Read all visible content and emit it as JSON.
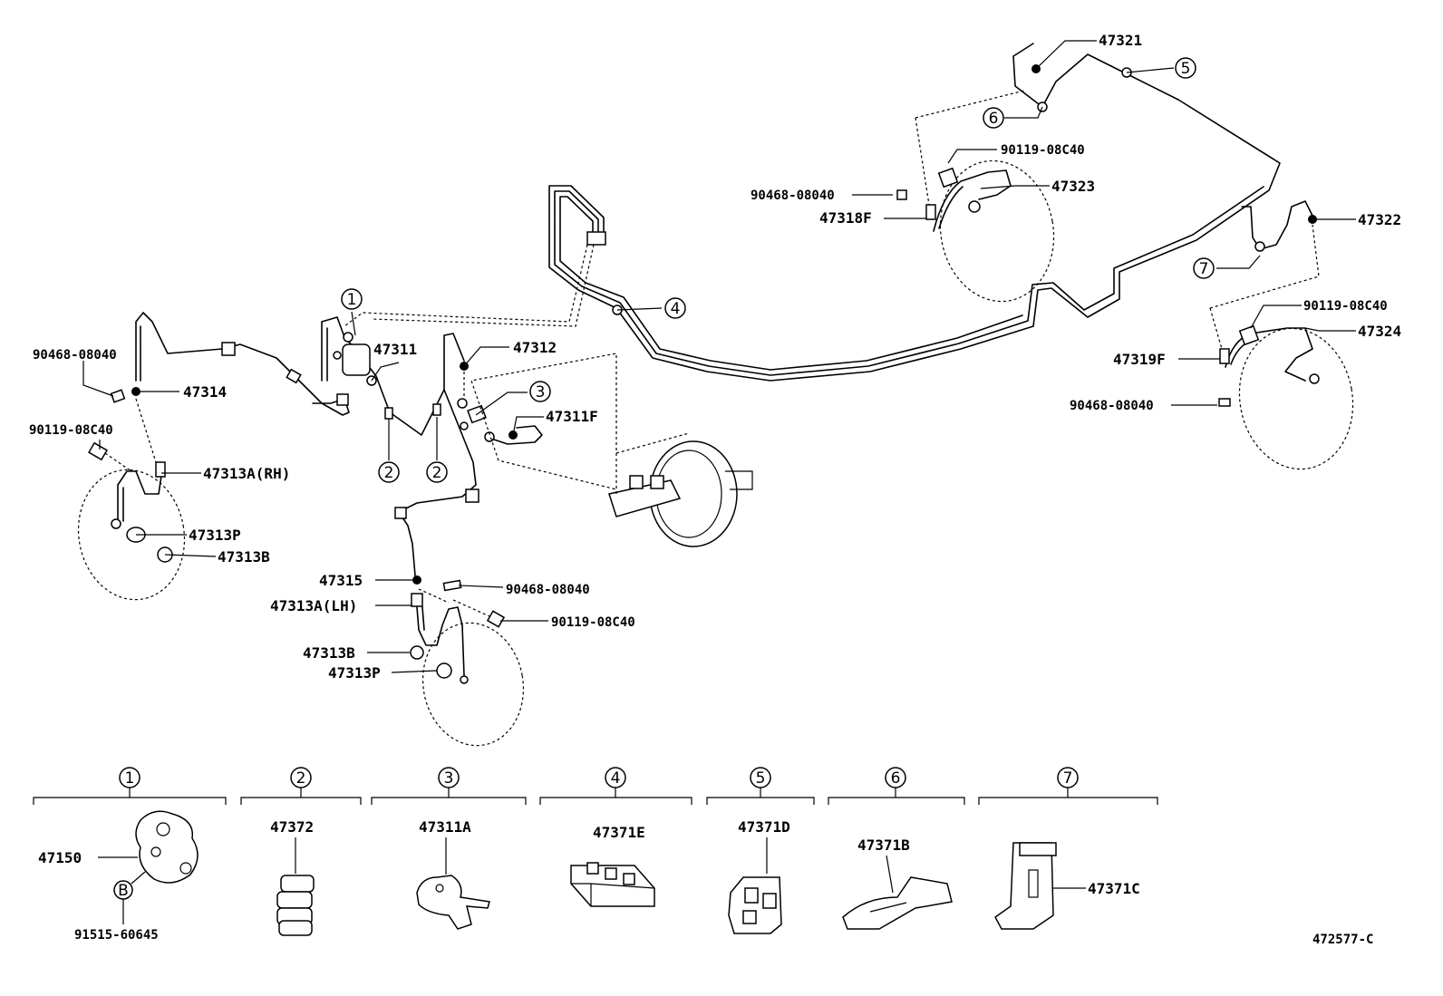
{
  "diagram_id": "472577-C",
  "main_labels": {
    "p47321": "47321",
    "p47322": "47322",
    "p47323": "47323",
    "p47324": "47324",
    "p47318F": "47318F",
    "p47319F": "47319F",
    "p90119_a": "90119-08C40",
    "p90119_b": "90119-08C40",
    "p90119_c": "90119-08C40",
    "p90119_d": "90119-08C40",
    "p90468_a": "90468-08040",
    "p90468_b": "90468-08040",
    "p90468_c": "90468-08040",
    "p90468_d": "90468-08040",
    "p47311": "47311",
    "p47312": "47312",
    "p47311F": "47311F",
    "p47314": "47314",
    "p47313A_RH": "47313A(RH)",
    "p47313P_a": "47313P",
    "p47313B_a": "47313B",
    "p47315": "47315",
    "p47313A_LH": "47313A(LH)",
    "p47313B_b": "47313B",
    "p47313P_b": "47313P"
  },
  "callouts": [
    "1",
    "2",
    "3",
    "4",
    "5",
    "6",
    "7"
  ],
  "legend": [
    {
      "num": "1",
      "parts": [
        "47150",
        "91515-60645"
      ],
      "sub_marker": "B"
    },
    {
      "num": "2",
      "parts": [
        "47372"
      ]
    },
    {
      "num": "3",
      "parts": [
        "47311A"
      ]
    },
    {
      "num": "4",
      "parts": [
        "47371E"
      ]
    },
    {
      "num": "5",
      "parts": [
        "47371D"
      ]
    },
    {
      "num": "6",
      "parts": [
        "47371B"
      ]
    },
    {
      "num": "7",
      "parts": [
        "47371C"
      ]
    }
  ]
}
